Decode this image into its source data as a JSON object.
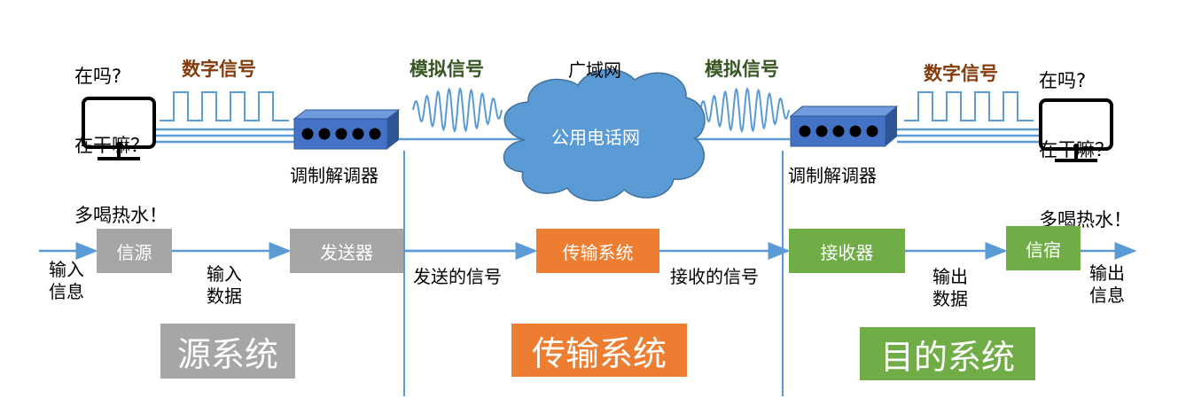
{
  "left_speech": [
    "在吗?",
    "在干嘛？",
    "多喝热水！"
  ],
  "right_speech": [
    "在吗?",
    "在干嘛？",
    "多喝热水！"
  ],
  "digital_signal_label": "数字信号",
  "analog_signal_label": "模拟信号",
  "wan_label": "广域网",
  "cloud_label": "公用电话网",
  "modem_label": "调制解调器",
  "flow": {
    "input_info": "输入\n信息",
    "source": "信源",
    "input_data": "输入\n数据",
    "transmitter": "发送器",
    "sent_signal": "发送的信号",
    "transmission": "传输系统",
    "received_signal": "接收的信号",
    "receiver": "接收器",
    "output_data": "输出\n数据",
    "destination": "信宿",
    "output_info": "输出\n信息"
  },
  "systems": {
    "source_system": "源系统",
    "transmission_system": "传输系统",
    "destination_system": "目的系统"
  },
  "colors": {
    "line_blue": "#5b9bd5",
    "modem_blue": "#4472c4",
    "gray_box": "#a6a6a6",
    "orange_box": "#ed7d31",
    "green_box": "#70ad47",
    "digital_text": "#843c0c",
    "analog_text": "#375623"
  }
}
